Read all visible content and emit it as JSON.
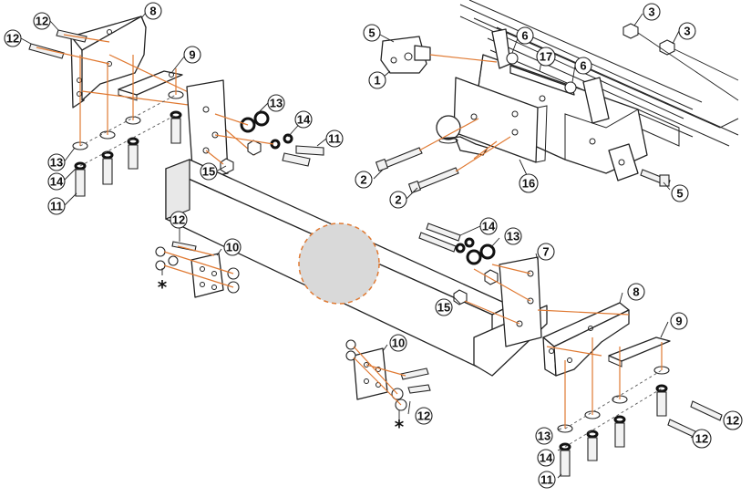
{
  "callouts": {
    "c12_tl_a": "12",
    "c12_tl_b": "12",
    "c8_tl": "8",
    "c9_tl": "9",
    "c13_tl": "13",
    "c14_tl": "14",
    "c11_tl": "11",
    "c13_mid": "13",
    "c14_mid": "14",
    "c11_mid": "11",
    "c15_mid": "15",
    "c5_top": "5",
    "c1_top": "1",
    "c6_a": "6",
    "c17": "17",
    "c6_b": "6",
    "c3_a": "3",
    "c3_b": "3",
    "c2_a": "2",
    "c2_b": "2",
    "c16": "16",
    "c5_br": "5",
    "c12_l": "12",
    "c10_l": "10",
    "c14_c": "14",
    "c13_c": "13",
    "c7": "7",
    "c15_c": "15",
    "c8_r": "8",
    "c9_r": "9",
    "c10_b": "10",
    "c12_b": "12",
    "c12_r_a": "12",
    "c12_r_b": "12",
    "c13_r": "13",
    "c14_r": "14",
    "c11_r": "11"
  },
  "marks": {
    "star_left": "*",
    "star_bottom": "*"
  },
  "colors": {
    "accent_orange": "#e07a33",
    "line": "#222222",
    "placeholder_grey": "#d9d9d9"
  }
}
